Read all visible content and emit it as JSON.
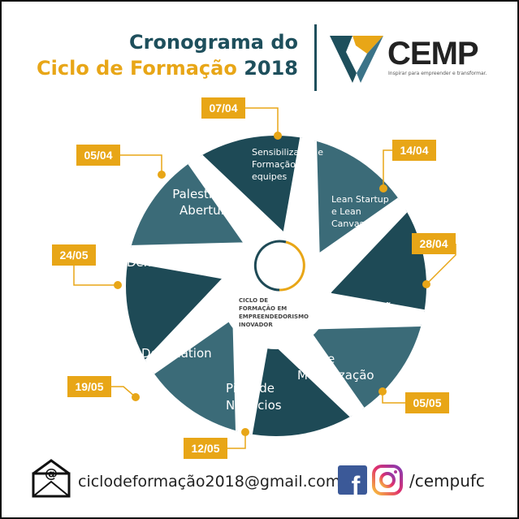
{
  "header": {
    "title_line1": "Cronograma do",
    "title_line2_accent": "Ciclo de Formação",
    "title_line2_year": "2018"
  },
  "logo": {
    "name": "CEMP",
    "tagline": "Inspirar para empreender e transformar."
  },
  "center": {
    "label": "CICLO DE FORMAÇÃO EM EMPREENDEDORISMO INOVADOR"
  },
  "stages": [
    {
      "label": "Sensibilização e Formação de equipes",
      "date": "07/04"
    },
    {
      "label": "Lean Startup e Lean Canvas",
      "date": "14/04"
    },
    {
      "label": "Validação",
      "date": "28/04"
    },
    {
      "label": "MVP e Monetização",
      "date": "05/05"
    },
    {
      "label": "Pitch de Negócios",
      "date": "12/05"
    },
    {
      "label": "Demolation",
      "date": "19/05"
    },
    {
      "label": "Demo Day",
      "date": "24/05"
    },
    {
      "label": "Palestra de Abertura",
      "date": "05/04"
    }
  ],
  "footer": {
    "email": "ciclodeformação2018@gmail.com",
    "social_handle": "/cempufc"
  },
  "colors": {
    "dark": "#1e4a56",
    "mid": "#3b6b78",
    "accent": "#e8a617"
  }
}
